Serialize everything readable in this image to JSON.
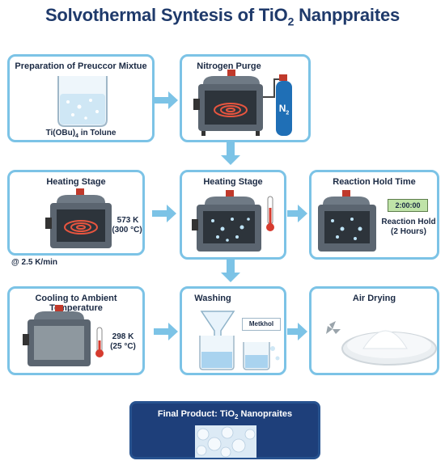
{
  "title": {
    "prefix": "Solvothermal Syntesis of TiO",
    "sub": "2",
    "suffix": " Nanppraites"
  },
  "steps": {
    "preparation": {
      "title": "Preparation of Preuccor Mixtue",
      "label_prefix": "Ti(OBu)",
      "label_sub": "4",
      "label_suffix": " in Tolune"
    },
    "nitrogen": {
      "title": "Nitrogen Purge",
      "gas_prefix": "N",
      "gas_sub": "2"
    },
    "heating_left": {
      "title": "Heating Stage",
      "temp_k": "573 K",
      "temp_c": "(300 °C)",
      "rate": "@ 2.5 K/min"
    },
    "heating_center": {
      "title": "Heating Stage"
    },
    "hold": {
      "title": "Reaction Hold Time",
      "timer": "2:00:00",
      "label": "Reaction Hold",
      "label2": "(2 Hours)"
    },
    "cooling": {
      "title": "Cooling to Ambient Temperature",
      "temp_k": "298 K",
      "temp_c": "(25 °C)"
    },
    "washing": {
      "title": "Washing",
      "solvent": "Metkhol"
    },
    "drying": {
      "title": "Air Drying"
    }
  },
  "final": {
    "prefix": "Final Product: TiO",
    "sub": "2",
    "suffix": " Nanopraites"
  },
  "colors": {
    "border": "#7cc3e6",
    "arrow": "#7cc3e6",
    "title": "#1f3a6b",
    "final_bg": "#1e3f7a",
    "gas": "#1f6fb6"
  }
}
